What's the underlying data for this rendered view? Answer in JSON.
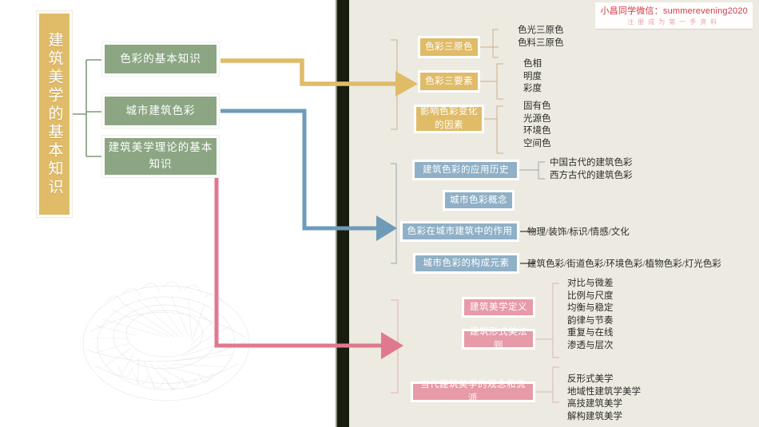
{
  "title": {
    "vertical_label": "建筑美学的基本知识"
  },
  "watermark": {
    "line1": "小昌同学微信：summerevening2020",
    "line2": "注册成为第一手资料"
  },
  "colors": {
    "gold": "#e0bb68",
    "green": "#8ca683",
    "blue": "#8fb0c6",
    "pink": "#e79aa8",
    "right_panel_bg": "#edeae1",
    "divider": "#191d10",
    "leaf_text": "#2b2b28"
  },
  "level1": [
    {
      "label": "色彩的基本知识",
      "color": "green"
    },
    {
      "label": "城市建筑色彩",
      "color": "green"
    },
    {
      "label": "建筑美学理论的基本知识",
      "color": "green"
    }
  ],
  "branches": [
    {
      "key": "color_basics",
      "accent": "#e0bb68",
      "topics": [
        {
          "label": "色彩三原色",
          "leaves": [
            "色光三原色",
            "色料三原色"
          ]
        },
        {
          "label": "色彩三要素",
          "leaves": [
            "色相",
            "明度",
            "彩度"
          ]
        },
        {
          "label": "影响色彩变化的因素",
          "leaves": [
            "固有色",
            "光源色",
            "环境色",
            "空间色"
          ]
        }
      ]
    },
    {
      "key": "urban_color",
      "accent": "#8fb0c6",
      "topics": [
        {
          "label": "建筑色彩的应用历史",
          "leaves": [
            "中国古代的建筑色彩",
            "西方古代的建筑色彩"
          ]
        },
        {
          "label": "城市色彩概念",
          "leaves": []
        },
        {
          "label": "色彩在城市建筑中的作用",
          "inline": "物理/装饰/标识/情感/文化"
        },
        {
          "label": "城市色彩的构成元素",
          "inline": "建筑色彩/街道色彩/环境色彩/植物色彩/灯光色彩"
        }
      ]
    },
    {
      "key": "aesthetics",
      "accent": "#e79aa8",
      "topics": [
        {
          "label": "建筑美学定义",
          "leaves": []
        },
        {
          "label": "建筑形式美法则",
          "leaves": [
            "对比与微差",
            "比例与尺度",
            "均衡与稳定",
            "韵律与节奏",
            "重复与在线",
            "渗透与层次"
          ]
        },
        {
          "label": "当代建筑美学的观念和流派",
          "leaves": [
            "反形式美学",
            "地域性建筑学美学",
            "高技建筑美学",
            "解构建筑美学"
          ]
        }
      ]
    }
  ]
}
